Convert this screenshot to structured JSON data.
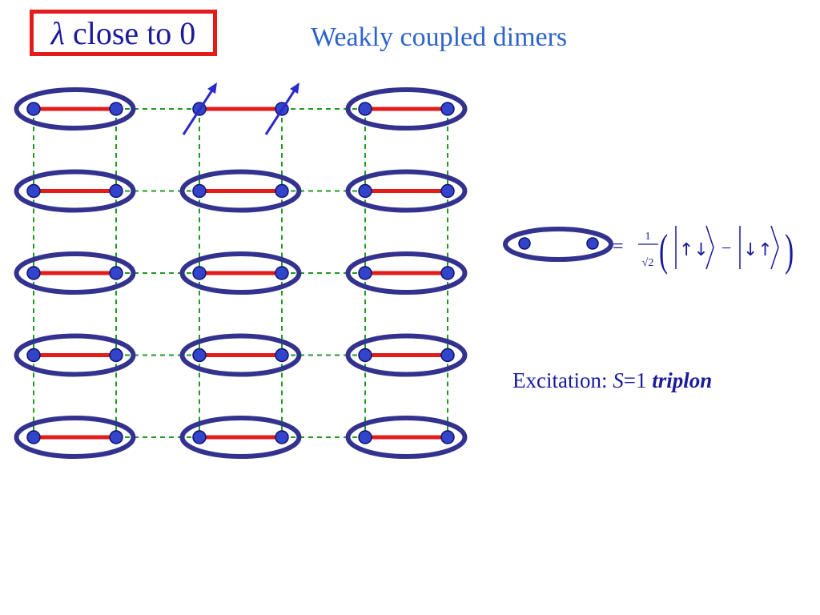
{
  "title": {
    "symbol": "λ",
    "text": "close to 0"
  },
  "subtitle": "Weakly coupled dimers",
  "lattice": {
    "rows": 5,
    "columns": 3,
    "broken_dimer": {
      "row": 0,
      "column": 1
    }
  },
  "legend": {
    "equals": "=",
    "numerator": "1",
    "denominator": "√2",
    "minus": "−",
    "ket1": "↑↓",
    "ket2": "↓↑"
  },
  "excitation": {
    "prefix": "Excitation: ",
    "spin_symbol": "S",
    "spin_value": "=1 ",
    "name": "triplon"
  },
  "colors": {
    "dimer_bond": "#e31b1b",
    "ring": "#33338f",
    "site_fill": "#3344cc",
    "coupling": "#229922",
    "spin_arrow": "#2a2ac8",
    "text": "#1a1a9c",
    "subtitle": "#2e63c9"
  }
}
